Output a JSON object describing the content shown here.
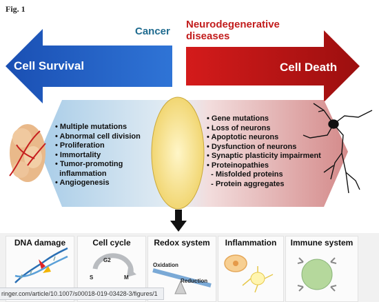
{
  "figure": {
    "label": "Fig. 1"
  },
  "top": {
    "cancer": "Cancer",
    "neuro_line1": "Neurodegenerative",
    "neuro_line2": "diseases",
    "left_arrow_label": "Cell Survival",
    "right_arrow_label": "Cell Death"
  },
  "colors": {
    "cancer_text": "#1f6b8f",
    "neuro_text": "#c21d1d",
    "left_arrow": "#1a4fb3",
    "right_arrow": "#b81414",
    "ellipse": "#f7e08a"
  },
  "cancer_features": [
    "• Multiple mutations",
    "• Abnormal cell division",
    "• Proliferation",
    "• Immortality",
    "• Tumor-promoting",
    "  inflammation",
    "• Angiogenesis"
  ],
  "neuro_features": [
    "• Gene mutations",
    "• Loss of neurons",
    "• Apoptotic neurons",
    "• Dysfunction of neurons",
    "• Synaptic plasticity impairment",
    "• Proteinopathies",
    "  - Misfolded proteins",
    "  - Protein aggregates"
  ],
  "pathways": [
    "DNA damage",
    "Cell cycle",
    "Redox system",
    "Inflammation",
    "Immune system"
  ],
  "cell_cycle": {
    "g2": "G2",
    "s": "S",
    "m": "M"
  },
  "redox": {
    "oxidation": "Oxidation",
    "reduction": "Reduction"
  },
  "status_url": "ringer.com/article/10.1007/s00018-019-03428-3/figures/1"
}
